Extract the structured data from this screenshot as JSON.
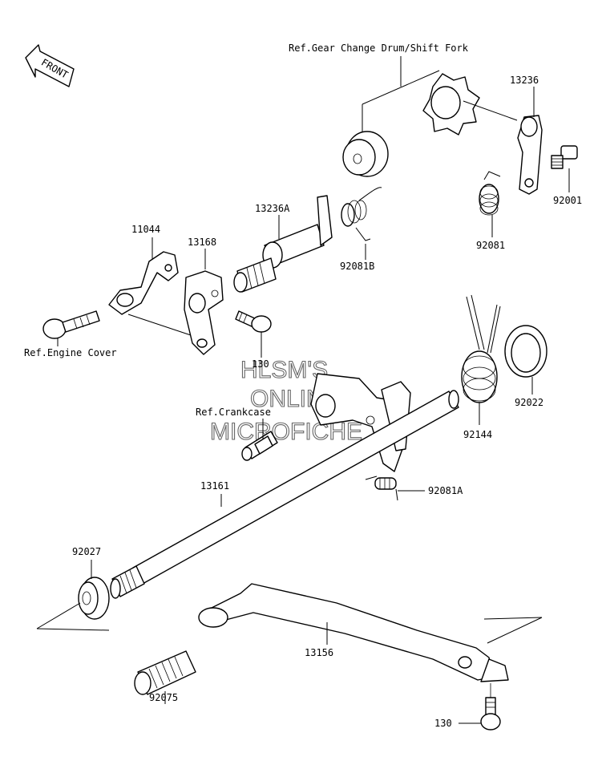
{
  "front_badge": "FRONT",
  "watermark": [
    "HLSM'S",
    "ONLINE",
    "MICROFICHE"
  ],
  "refs": {
    "gear_drum": "Ref.Gear Change Drum/Shift Fork",
    "engine_cover": "Ref.Engine Cover",
    "crankcase": "Ref.Crankcase"
  },
  "parts": {
    "p13236": "13236",
    "p92001": "92001",
    "p92081": "92081",
    "p13236A": "13236A",
    "p92081B": "92081B",
    "p11044": "11044",
    "p13168": "13168",
    "p130_upper": "130",
    "p92022": "92022",
    "p92144": "92144",
    "p92081A": "92081A",
    "p13161": "13161",
    "p92027": "92027",
    "p92075": "92075",
    "p13156": "13156",
    "p130_lower": "130"
  }
}
